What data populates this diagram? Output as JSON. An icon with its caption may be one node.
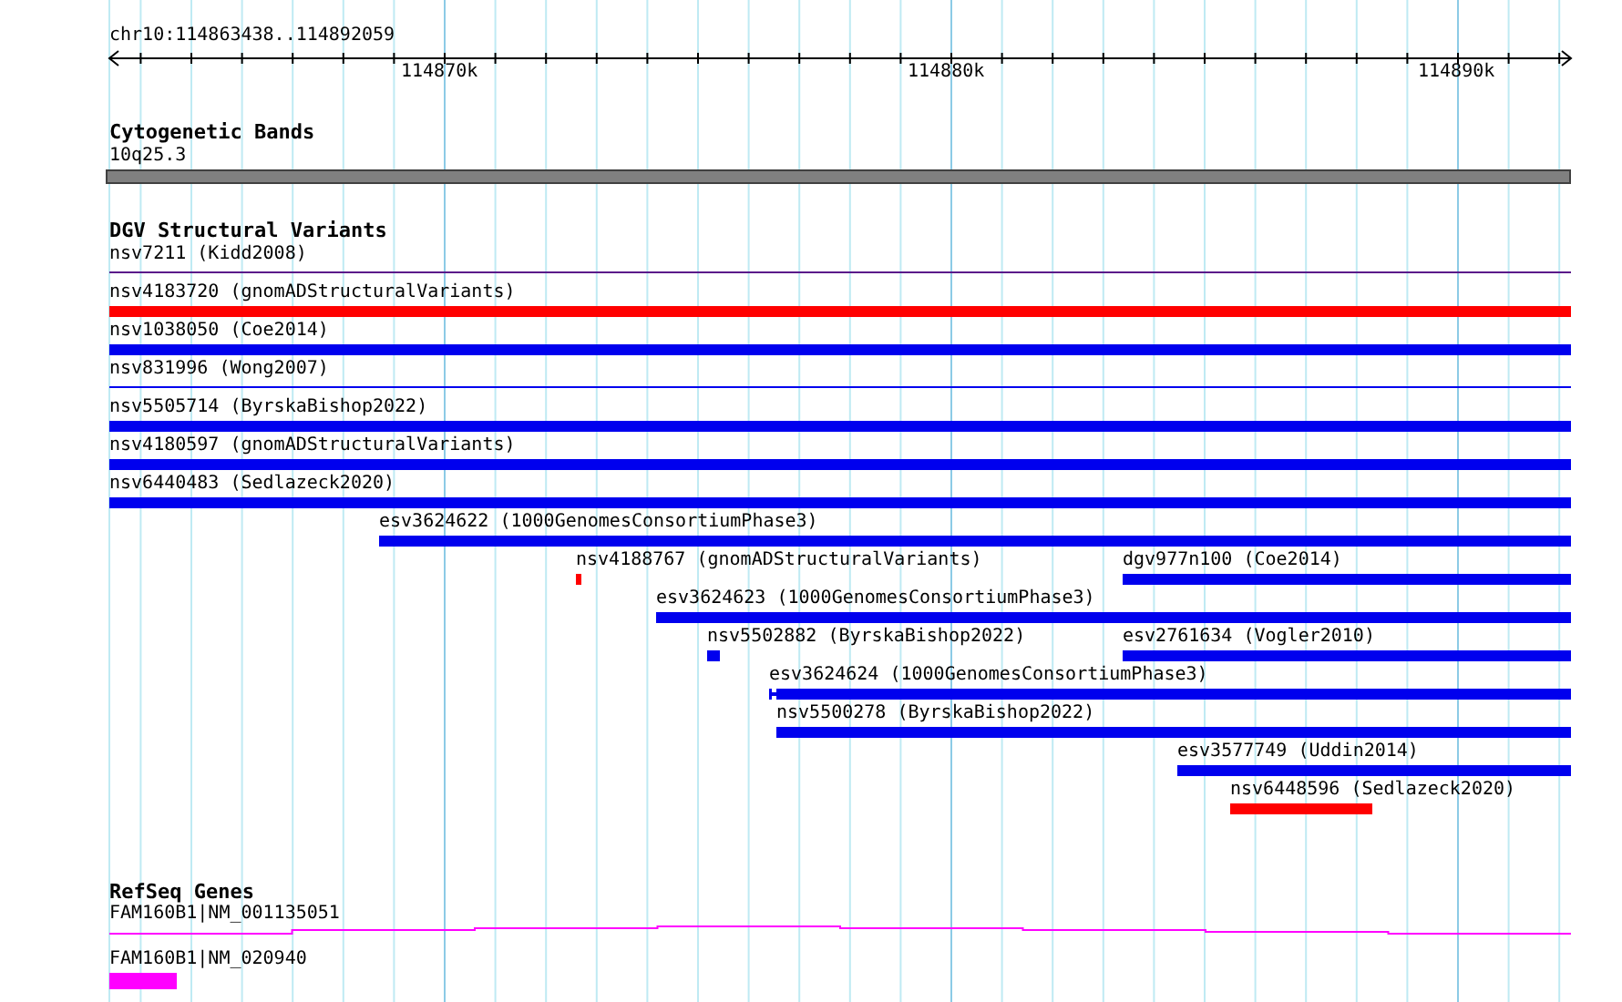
{
  "diagram": {
    "nodes": [
      {
        "text": [
          "Cytogenetic Bands"
        ]
      },
      {
        "text": [
          "10q25.3"
        ],
        "in": 0
      },
      {
        "text": [
          "DGV Structural Variants"
        ]
      },
      {
        "text": [
          "nsv7211 (Kidd2008)"
        ],
        "in": 2
      },
      {
        "text": [
          "nsv4183720 (gnomADStructuralVariants)"
        ],
        "in": 2
      },
      {
        "text": [
          "nsv1038050 (Coe2014)"
        ],
        "in": 2
      },
      {
        "text": [
          "nsv831996 (Wong2007)"
        ],
        "in": 2
      },
      {
        "text": [
          "nsv5505714 (ByrskaBishop2022)"
        ],
        "in": 2
      },
      {
        "text": [
          "nsv4180597 (gnomADStructuralVariants)"
        ],
        "in": 2
      },
      {
        "text": [
          "nsv6440483 (Sedlazeck2020)"
        ],
        "in": 2
      },
      {
        "text": [
          "esv3624622 (1000GenomesConsortiumPhase3)"
        ],
        "in": 2
      },
      {
        "text": [
          "nsv4188767 (gnomADStructuralVariants)"
        ],
        "in": 2
      },
      {
        "text": [
          "dgv977n100 (Coe2014)"
        ],
        "in": 2
      },
      {
        "text": [
          "esv3624623 (1000GenomesConsortiumPhase3)"
        ],
        "in": 2
      },
      {
        "text": [
          "nsv5502882 (ByrskaBishop2022)"
        ],
        "in": 2
      },
      {
        "text": [
          "esv2761634 (Vogler2010)"
        ],
        "in": 2
      },
      {
        "text": [
          "esv3624624 (1000GenomesConsortiumPhase3)"
        ],
        "in": 2
      },
      {
        "text": [
          "nsv5500278 (ByrskaBishop2022)"
        ],
        "in": 2
      },
      {
        "text": [
          "esv3577749 (Uddin2014)"
        ],
        "in": 2
      },
      {
        "text": [
          "nsv6448596 (Sedlazeck2020)"
        ],
        "in": 2
      },
      {
        "text": [
          "RefSeq Genes"
        ]
      },
      {
        "text": [
          "FAM160B1|NM_001135051"
        ],
        "in": 20
      },
      {
        "text": [
          "FAM160B1|NM_020940"
        ],
        "in": 20
      }
    ],
    "edges": [],
    "labels": [
      "chr10:114863438..114892059",
      "114870k",
      "114880k",
      "114890k"
    ]
  }
}
